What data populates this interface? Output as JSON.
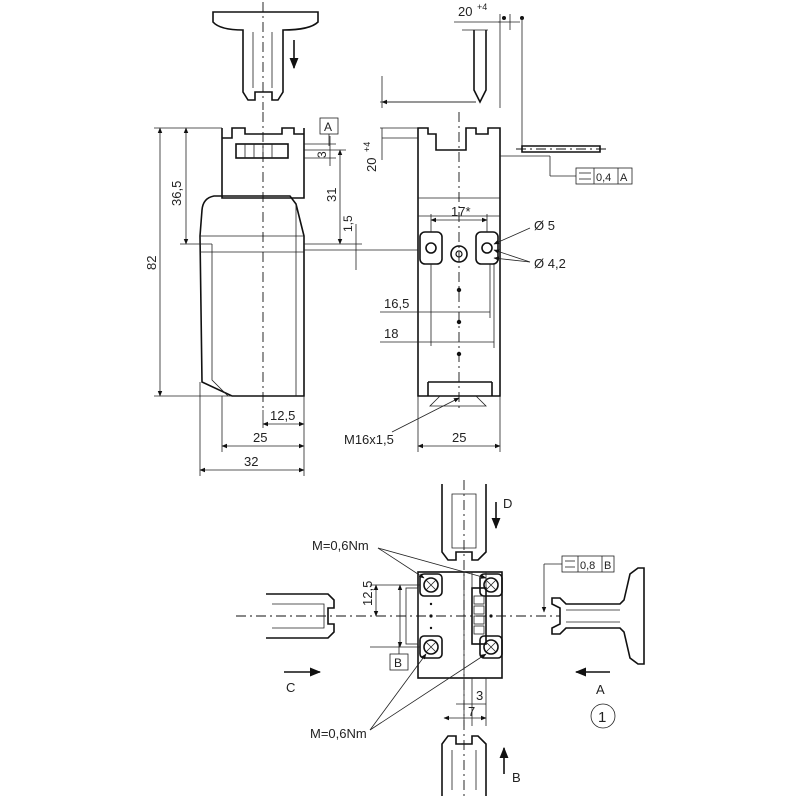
{
  "dimensions": {
    "d_20_top": "20",
    "d_20_top_tol": "+4",
    "d_20_side": "20",
    "d_20_side_tol": "+4",
    "d_36_5": "36,5",
    "d_82": "82",
    "d_3_top": "3",
    "d_31": "31",
    "d_1_5": "1,5",
    "d_17": "17*",
    "d_dia5": "Ø 5",
    "d_dia4_2": "Ø 4,2",
    "d_16_5": "16,5",
    "d_18": "18",
    "d_12_5_front": "12,5",
    "d_25_front": "25",
    "d_32": "32",
    "d_m16": "M16x1,5",
    "d_25_side": "25",
    "d_12_5_top": "12,5",
    "d_3_bottom": "3",
    "d_7": "7"
  },
  "tolerances": {
    "flatness_a_value": "0,4",
    "flatness_a_datum": "A",
    "flatness_b_value": "0,8",
    "flatness_b_datum": "B"
  },
  "datums": {
    "datum_a": "A",
    "datum_b": "B"
  },
  "torque": {
    "upper": "M=0,6Nm",
    "lower": "M=0,6Nm"
  },
  "directions": {
    "a": "A",
    "b": "B",
    "c": "C",
    "d": "D"
  },
  "callout": "1"
}
